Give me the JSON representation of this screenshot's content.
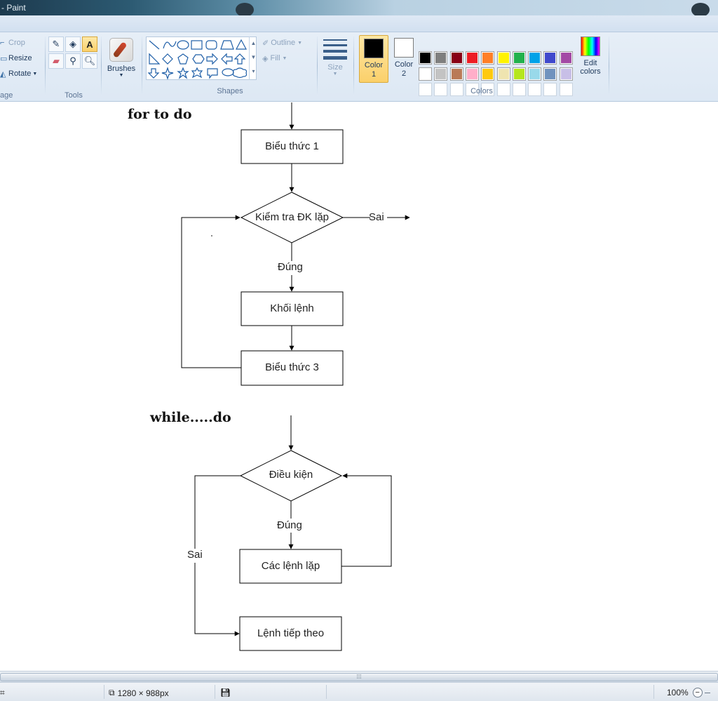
{
  "window": {
    "title": "- Paint"
  },
  "ribbon": {
    "image": {
      "label": "age",
      "crop": "Crop",
      "resize": "Resize",
      "rotate": "Rotate"
    },
    "tools": {
      "label": "Tools",
      "active_tool": "A"
    },
    "brushes": {
      "label": "Brushes"
    },
    "shapes": {
      "label": "Shapes",
      "outline": "Outline",
      "fill": "Fill"
    },
    "size": {
      "label": "Size"
    },
    "color1": {
      "label_top": "Color",
      "label_bottom": "1",
      "value": "#000000"
    },
    "color2": {
      "label_top": "Color",
      "label_bottom": "2",
      "value": "#ffffff"
    },
    "colors": {
      "label": "Colors",
      "row1": [
        "#000000",
        "#7f7f7f",
        "#880015",
        "#ed1c24",
        "#ff7f27",
        "#fff200",
        "#22b14c",
        "#00a2e8",
        "#3f48cc",
        "#a349a4"
      ],
      "row2": [
        "#ffffff",
        "#c3c3c3",
        "#b97a57",
        "#ffaec9",
        "#ffc90e",
        "#efe4b0",
        "#b5e61d",
        "#99d9ea",
        "#7092be",
        "#c8bfe7"
      ]
    },
    "edit_colors": {
      "line1": "Edit",
      "line2": "colors"
    }
  },
  "canvas": {
    "for_loop": {
      "heading": "for to  do",
      "expr1": "Biểu thức 1",
      "check": "Kiểm tra ĐK lặp",
      "false_label": "Sai",
      "true_label": "Đúng",
      "block": "Khối lệnh",
      "expr3": "Biểu thức 3"
    },
    "while_loop": {
      "heading": "while.....do",
      "condition": "Điều kiện",
      "true_label": "Đúng",
      "false_label": "Sai",
      "body": "Các lệnh lặp",
      "next": "Lệnh tiếp theo"
    }
  },
  "status": {
    "dimensions": "1280 × 988px",
    "zoom": "100%"
  }
}
